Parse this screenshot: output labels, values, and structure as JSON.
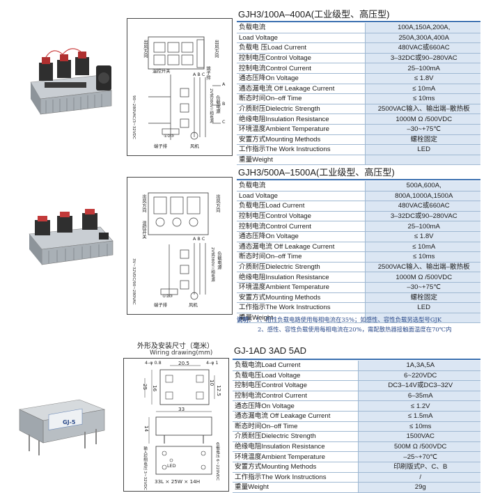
{
  "sections": [
    {
      "title": "GJH3/100A–400A(工业级型、高压型)",
      "rows": [
        {
          "k": "负载电流",
          "v": "100A,150A,200A,"
        },
        {
          "k": "Load  Voltage",
          "v": "250A,300A,400A"
        },
        {
          "k": "负载电  压Load  Current",
          "v": "480VAC或660AC"
        },
        {
          "k": "控制电压Control Voltage",
          "v": "3–32DC或90–280VAC"
        },
        {
          "k": "控制电流Control Current",
          "v": "25–100mA"
        },
        {
          "k": "通态压降On Voltage",
          "v": "≤ 1.8V"
        },
        {
          "k": "通态漏电流 Off Leakage Current",
          "v": "≤ 10mA"
        },
        {
          "k": "断态时间On–off Time",
          "v": "≤ 10ms"
        },
        {
          "k": "介质耐压Dielectric Strength",
          "v": "2500VAC输入、输出端–散热板"
        },
        {
          "k": "绝缘电阻Insulation Resistance",
          "v": "1000M Ω /500VDC"
        },
        {
          "k": "环境温度Ambient Temperature",
          "v": "–30~+75℃"
        },
        {
          "k": "安置方式Mounting Methods",
          "v": "螺栓固定"
        },
        {
          "k": "工作指示The Work Instructions",
          "v": "LED"
        },
        {
          "k": "重量Weight",
          "v": ""
        }
      ]
    },
    {
      "title": "GJH3/500A–1500A(工业级型、高压型)",
      "rows": [
        {
          "k": "负载电流",
          "v": "500A,600A,"
        },
        {
          "k": "Load  Voltage",
          "v": "800A,1000A,1500A"
        },
        {
          "k": "负载电压Load  Current",
          "v": "480VAC或660AC"
        },
        {
          "k": "控制电压Control Voltage",
          "v": "3–32DC或90–280VAC"
        },
        {
          "k": "控制电流Control Current",
          "v": "25–100mA"
        },
        {
          "k": "通态压降On Voltage",
          "v": "≤ 1.8V"
        },
        {
          "k": "通态漏电流 Off Leakage Current",
          "v": "≤ 10mA"
        },
        {
          "k": "断态时间On–off Time",
          "v": "≤ 10ms"
        },
        {
          "k": "介质耐压Dielectric Strength",
          "v": "2500VAC输入、输出端–散热板"
        },
        {
          "k": "绝缘电阻Insulation Resistance",
          "v": "1000M Ω /500VDC"
        },
        {
          "k": "环境温度Ambient Temperature",
          "v": "–30~+75℃"
        },
        {
          "k": "安置方式Mounting Methods",
          "v": "螺栓固定"
        },
        {
          "k": "工作指示The Work Instructions",
          "v": "LED"
        },
        {
          "k": "重量Weight",
          "v": ""
        }
      ]
    },
    {
      "title": "GJ-1AD 3AD 5AD",
      "rows": [
        {
          "k": "负载电流Load  Current",
          "v": "1A,3A,5A"
        },
        {
          "k": "负载电压Load  Voltage",
          "v": "6~220VDC"
        },
        {
          "k": "控制电压Control Voltage",
          "v": "DC3–14V或DC3–32V"
        },
        {
          "k": "控制电流Control Current",
          "v": "6–35mA"
        },
        {
          "k": "通态压降On Voltage",
          "v": "≤ 1.2V"
        },
        {
          "k": "通态漏电流 Off Leakage Current",
          "v": "≤ 1.5mA"
        },
        {
          "k": "断态时间On–off Time",
          "v": "≤ 10ms"
        },
        {
          "k": "介质耐压Dielectric Strength",
          "v": "1500VAC"
        },
        {
          "k": "绝缘电阻Insulation Resistance",
          "v": "500M Ω /500VDC"
        },
        {
          "k": "环境温度Ambient Temperature",
          "v": "–25~+70℃"
        },
        {
          "k": "安置方式Mounting Methods",
          "v": "印刷版式P、C、B"
        },
        {
          "k": "工作指示The Work Instructions",
          "v": "/"
        },
        {
          "k": "重量Weight",
          "v": "29g"
        }
      ]
    }
  ],
  "notes": {
    "label": "说明：",
    "line1": "1、阻性负载电路使用每相电流在35%；如感性、容性负载另选型号GJK",
    "line2": "2、感性、容性负载使用每相电流在20%，需配散热器接触面温度在70℃内"
  },
  "dims_heading": "外形及安装尺寸（毫米）",
  "dims_subheading": "Wiring drawing(mm)",
  "diagram1": {
    "fan_dir": "出风方向",
    "temp_switch": "温控开关",
    "terminal": "端子排",
    "fan": "风机",
    "terminal2": "端子排",
    "wind_dir2": "出风方向",
    "abc": "A B C",
    "a": "A",
    "b": "B",
    "c": "C",
    "power_label": "2V或380V三相电源",
    "load_label": "负载电源",
    "ctrl_label": "90~280VAC/3~32VDC",
    "term_sym": "①②③"
  },
  "diagram2": {
    "fan_dir": "出风方向",
    "temp_switch": "温控开关",
    "terminal": "端子排",
    "fan": "风机",
    "wind_dir2": "出风方向",
    "abc": "A B C",
    "power_label": "2V或380V三相电源",
    "load_label": "负载电源",
    "ctrl_label": "3V~32VDC/90~280VAC",
    "term_sym": "①②③"
  },
  "diagram3": {
    "hole_top": "4–φ 0.8",
    "dim_20_5": "20.5",
    "hole_top2": "4–φ 1",
    "dim_25": "25",
    "dim_16": "16",
    "dim_10": "10",
    "dim_12_5": "12.5",
    "dim_33": "33",
    "dim_14": "14",
    "ctrl_label": "输入控制电压 3~32VDC",
    "load_label": "负载电压 6~220VDC",
    "led": "LED",
    "size_label": "33L × 25W × 14H"
  },
  "relay_label": "GJ-5",
  "colors": {
    "accent_blue": "#3a6fb0",
    "cell_fill": "#dbe6f3",
    "note_blue": "#2a4a8a"
  }
}
